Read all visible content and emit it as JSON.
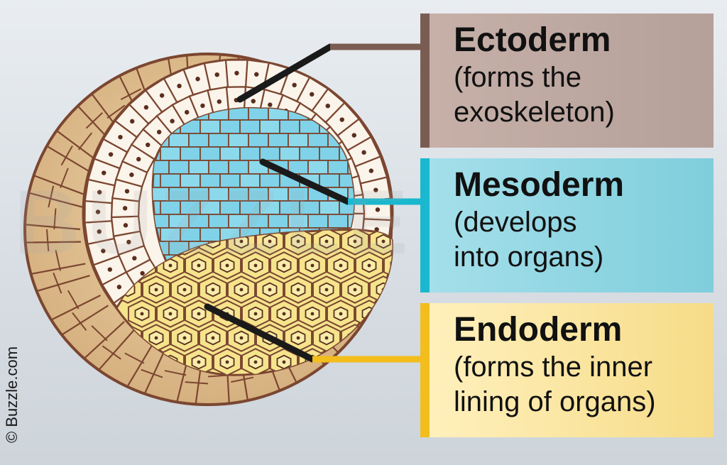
{
  "watermark": "BUZZLE.COM",
  "credit": "© Buzzle.com",
  "colors": {
    "ectoderm_accent": "#7a5d52",
    "mesoderm_accent": "#1ab8cf",
    "endoderm_accent": "#f3bd1c",
    "outer_cell_fill": "#dfc092",
    "ectoderm_cell_fill": "#fbf4ea",
    "mesoderm_cell_fill": "#7fd2e8",
    "endoderm_cell_fill": "#f5e48c",
    "cell_outline": "#7b4630"
  },
  "labels": {
    "ectoderm": {
      "title": "Ectoderm",
      "desc_line1": "(forms the",
      "desc_line2": "exoskeleton)"
    },
    "mesoderm": {
      "title": "Mesoderm",
      "desc_line1": "(develops",
      "desc_line2": "into organs)"
    },
    "endoderm": {
      "title": "Endoderm",
      "desc_line1": "(forms the inner",
      "desc_line2": "lining of organs)"
    }
  }
}
